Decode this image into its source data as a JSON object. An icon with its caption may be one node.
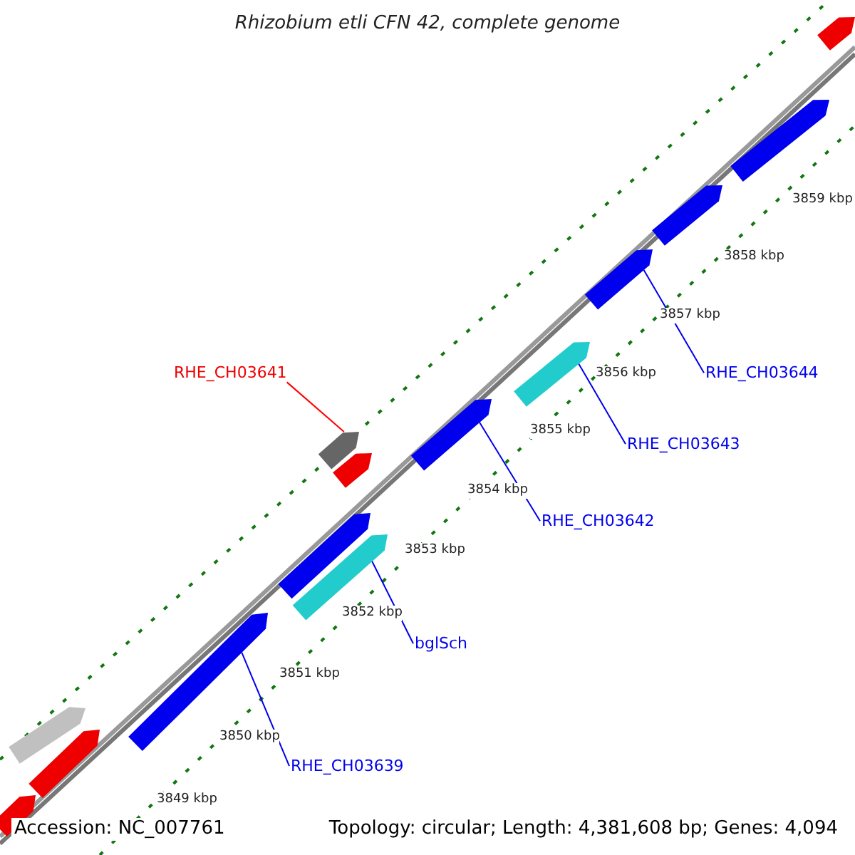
{
  "diagram": {
    "title": "Rhizobium etli CFN 42, complete genome",
    "nodes": [
      {
        "text": [
          "RHE_CH03641"
        ]
      },
      {
        "text": [],
        "shape": "bar"
      },
      {
        "text": [
          "RHE_CH03644"
        ]
      },
      {
        "text": [],
        "shape": "bar"
      },
      {
        "text": [
          "RHE_CH03643"
        ]
      },
      {
        "text": [],
        "shape": "bar"
      },
      {
        "text": [
          "RHE_CH03642"
        ]
      },
      {
        "text": [],
        "shape": "bar"
      },
      {
        "text": [
          "bglSch"
        ]
      },
      {
        "text": [],
        "shape": "bar"
      },
      {
        "text": [
          "RHE_CH03639"
        ]
      },
      {
        "text": [],
        "shape": "bar"
      },
      {
        "text": [],
        "shape": "bar"
      },
      {
        "text": [],
        "shape": "bar"
      },
      {
        "text": [],
        "shape": "bar"
      },
      {
        "text": [],
        "shape": "bar"
      },
      {
        "text": [],
        "shape": "bar"
      },
      {
        "text": [],
        "shape": "bar"
      },
      {
        "text": [],
        "shape": "bar"
      },
      {
        "text": [],
        "shape": "bar"
      }
    ],
    "edges": [
      {
        "from": 0,
        "to": 1,
        "arrow": "none",
        "color": "#ff0000"
      },
      {
        "from": 2,
        "to": 3,
        "arrow": "none"
      },
      {
        "from": 4,
        "to": 5,
        "arrow": "none"
      },
      {
        "from": 6,
        "to": 7,
        "arrow": "none"
      },
      {
        "from": 8,
        "to": 9,
        "arrow": "none"
      },
      {
        "from": 10,
        "to": 11,
        "arrow": "none"
      }
    ],
    "labels": [
      "3859 kbp",
      "3858 kbp",
      "3857 kbp",
      "3856 kbp",
      "3855 kbp",
      "3854 kbp",
      "3853 kbp",
      "3852 kbp",
      "3851 kbp",
      "3850 kbp",
      "3849 kbp",
      "Accession: NC_007761",
      "Topology: circular; Length: 4,381,608 bp; Genes: 4,094"
    ]
  }
}
